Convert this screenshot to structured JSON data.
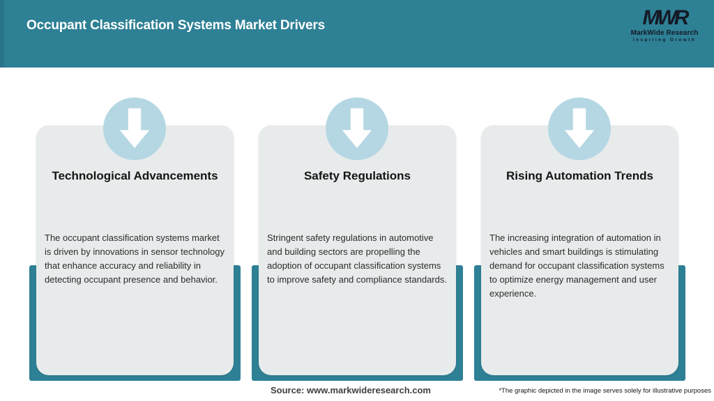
{
  "header": {
    "title": "Occupant Classification Systems Market Drivers",
    "logo": {
      "acronym": "MWR",
      "name": "MarkWide Research",
      "tagline": "Inspiring Growth"
    }
  },
  "cards": [
    {
      "icon": "down-arrow-icon",
      "title": "Technological Advancements",
      "description": "The occupant classification systems market is driven by innovations in sensor technology that enhance accuracy and reliability in detecting occupant presence and behavior."
    },
    {
      "icon": "down-arrow-icon",
      "title": "Safety Regulations",
      "description": "Stringent safety regulations in automotive and building sectors are propelling the adoption of occupant classification systems to improve safety and compliance standards."
    },
    {
      "icon": "down-arrow-icon",
      "title": "Rising Automation Trends",
      "description": "The increasing integration of automation in vehicles and smart buildings is stimulating demand for occupant classification systems to optimize energy management and user experience."
    }
  ],
  "footer": {
    "source": "Source: www.markwideresearch.com",
    "disclaimer": "*The graphic depicted in the image serves solely for illustrative purposes"
  },
  "colors": {
    "teal": "#2e8095",
    "icon_circle_blue": "#b5d7e3",
    "card_background": "#e8ebeb",
    "header_text": "#ffffff",
    "body_text": "#2b2b2b"
  }
}
